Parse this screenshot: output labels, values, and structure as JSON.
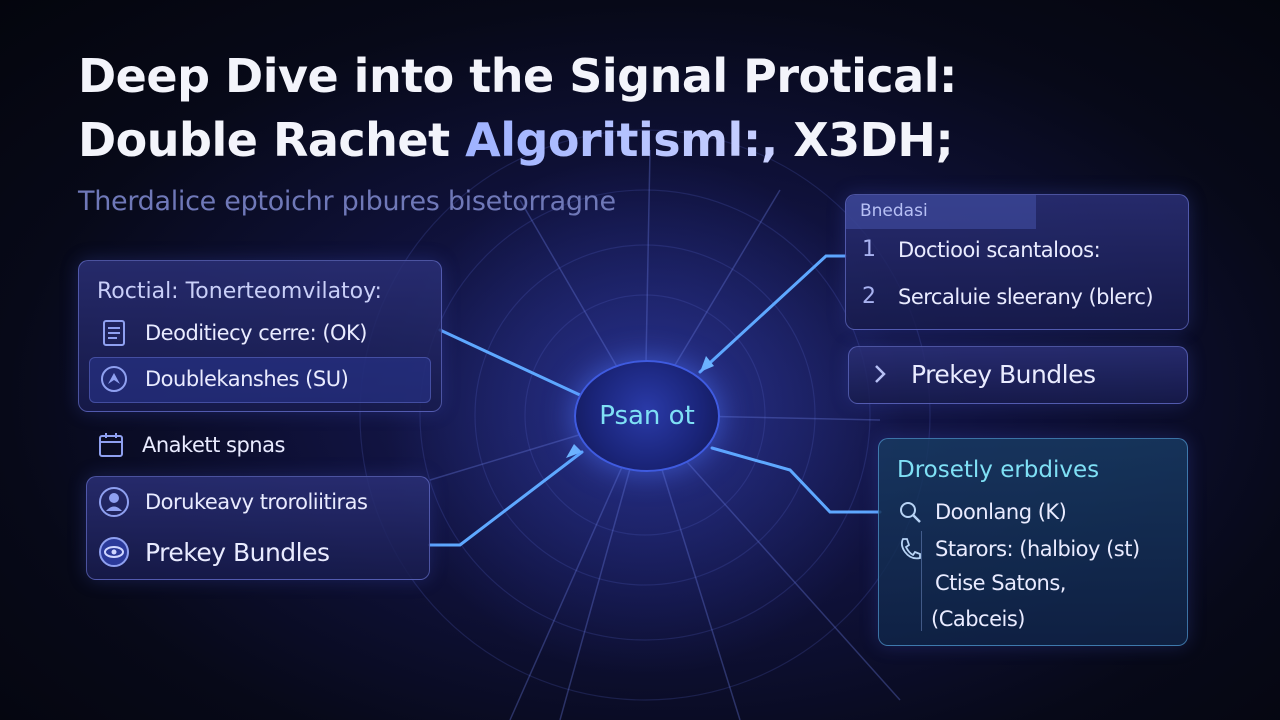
{
  "title": {
    "line1": "Deep Dive into the Signal Protical:",
    "line2_a": "Double Rachet ",
    "line2_accent": "Algoritisml:,",
    "line2_b": " X3DH;"
  },
  "subtitle": "Therdalice eptoichr pıbures bisetorragne",
  "center_node": "Psan ot",
  "left_panel": {
    "header": "Roctial: Tonerteomvilatoy:",
    "items": [
      {
        "icon": "document-icon",
        "label": "Deoditiecy cerre: (OK)"
      },
      {
        "icon": "compass-icon",
        "label": "Doublekanshes (SU)"
      }
    ]
  },
  "left_standalone": {
    "icon": "calendar-icon",
    "label": "Anakett spnas"
  },
  "left_bottom_panel": {
    "items": [
      {
        "icon": "user-icon",
        "label": "Dorukeavy troroliitiras"
      },
      {
        "icon": "eye-icon",
        "label": "Prekey Bundles"
      }
    ]
  },
  "right_top_panel": {
    "header": "Bnedasi",
    "items": [
      {
        "num": "1",
        "label": "Doctiooi scantaloos:"
      },
      {
        "num": "2",
        "label": "Sercaluie sleerany (blerc)"
      }
    ]
  },
  "right_mid_panel": {
    "icon": "chevron-right-icon",
    "label": "Prekey Bundles"
  },
  "right_bottom_panel": {
    "header": "Drosetly erbdives",
    "items": [
      {
        "icon": "search-icon",
        "label": "Doonlang (K)"
      },
      {
        "icon": "phone-icon",
        "label": "Starors: (halbioy (st)"
      },
      {
        "icon": "",
        "label": "Ctise Satons,"
      },
      {
        "icon": "",
        "label": "(Cabceis)"
      }
    ]
  },
  "colors": {
    "background": "#070918",
    "accent": "#3f5be0",
    "teal_text": "#7fe0f5",
    "subtitle": "#6f78b8"
  }
}
